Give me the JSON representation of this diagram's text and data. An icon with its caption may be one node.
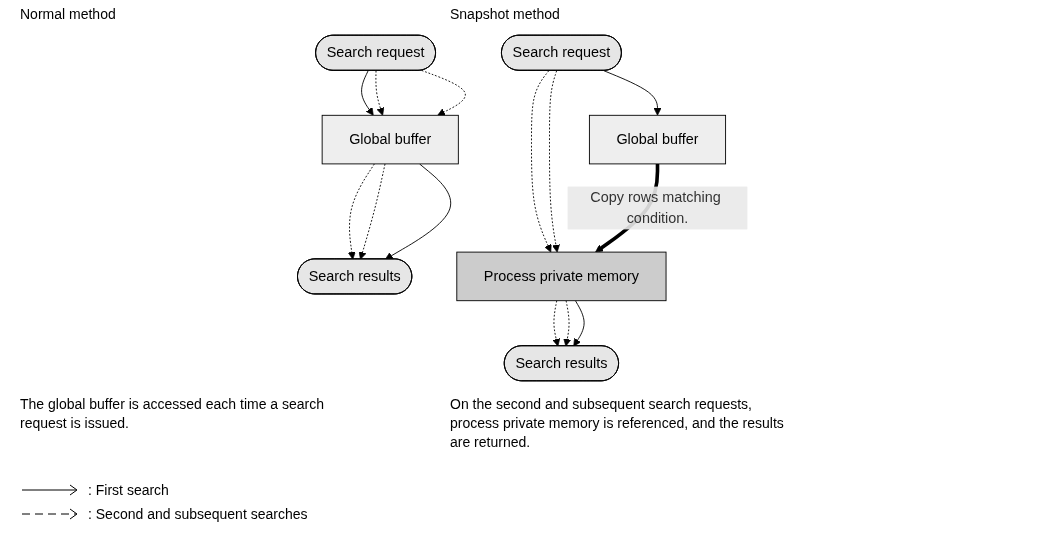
{
  "diagram": {
    "nodes": [
      {
        "text": [
          "Search request"
        ]
      },
      {
        "text": [
          "Search results"
        ]
      },
      {
        "text": [
          "Global buffer"
        ]
      },
      {
        "text": [
          "Search request"
        ]
      },
      {
        "text": [
          "Search results"
        ]
      },
      {
        "text": [
          "Process private memory"
        ]
      },
      {
        "text": [
          "Global buffer"
        ]
      }
    ],
    "edges": [
      {
        "from": 0,
        "to": 2,
        "arrow": "to"
      },
      {
        "from": 0,
        "to": 2,
        "arrow": "to",
        "style": "dashed"
      },
      {
        "from": 0,
        "to": 2,
        "arrow": "to",
        "style": "dashed"
      },
      {
        "from": 2,
        "to": 1,
        "arrow": "to",
        "style": "dashed"
      },
      {
        "from": 2,
        "to": 1,
        "arrow": "to",
        "style": "dashed"
      },
      {
        "from": 2,
        "to": 1,
        "arrow": "to"
      },
      {
        "from": 3,
        "to": 6,
        "arrow": "to"
      },
      {
        "from": 3,
        "to": 5,
        "arrow": "to",
        "style": "dashed"
      },
      {
        "from": 3,
        "to": 5,
        "arrow": "to",
        "style": "dashed"
      },
      {
        "from": 5,
        "to": 4,
        "arrow": "to",
        "style": "dashed"
      },
      {
        "from": 5,
        "to": 4,
        "arrow": "to",
        "style": "dashed"
      },
      {
        "from": 5,
        "to": 4,
        "arrow": "to"
      },
      {
        "from": 6,
        "to": 5,
        "arrow": "to",
        "style": "thick",
        "label": "Copy rows matching condition."
      }
    ],
    "labels": [
      "Normal method",
      "Snapshot method",
      "The global buffer is accessed each time a search request is issued.",
      "On the second and subsequent search requests, process private memory is referenced, and the results are returned."
    ],
    "legend": [
      {
        "text": ": First search"
      },
      {
        "text": ": Second and subsequent searches"
      }
    ]
  }
}
